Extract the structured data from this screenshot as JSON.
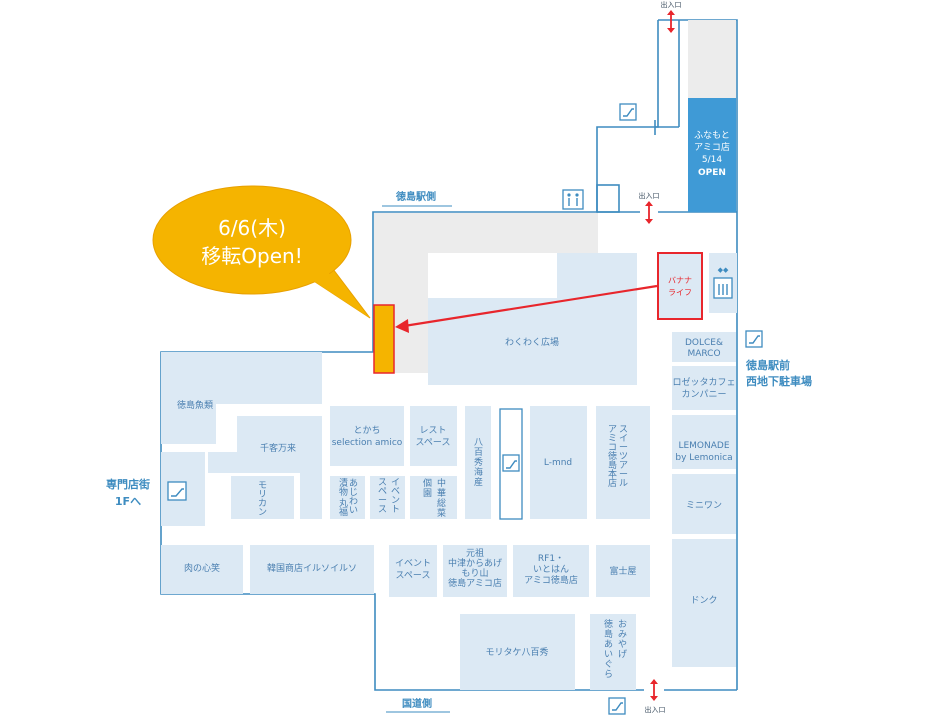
{
  "callout": {
    "line1": "6/6(木)",
    "line2": "移転Open!"
  },
  "sides": {
    "station": "徳島駅側",
    "road": "国道側"
  },
  "external": {
    "parking_line1": "徳島駅前",
    "parking_line2": "西地下駐車場",
    "shops_line1": "専門店街",
    "shops_line2": "1Fへ"
  },
  "exits": {
    "label": "出入口"
  },
  "shops": {
    "funamoto": [
      "ふなもと",
      "アミコ店",
      "5/14",
      "OPEN"
    ],
    "banana": [
      "バナナ",
      "ライフ"
    ],
    "wakuwaku": "わくわく広場",
    "dolce": [
      "DOLCE&",
      "MARCO"
    ],
    "rosetta": [
      "ロゼッタカフェ",
      "カンパニー"
    ],
    "lemonade": [
      "LEMONADE",
      "by Lemonica"
    ],
    "miniwan": "ミニワン",
    "donq": "ドンク",
    "uorui": "徳島魚類",
    "senkyaku": "千客万来",
    "tokachi": [
      "とかち",
      "selection amico"
    ],
    "rest1": [
      "レスト",
      "スペース"
    ],
    "yaohide": "八百秀海産",
    "lmnd": "L-mnd",
    "sweets": [
      "スイーツアール",
      "アミコ徳島本店"
    ],
    "morikan": "モリカン",
    "tsukemono": [
      "漬物",
      "あじわい",
      "丸福"
    ],
    "event1": [
      "スペース",
      "イベント"
    ],
    "chuka": [
      "中華総菜",
      "個園"
    ],
    "niku": "肉の心笑",
    "kankoku": "韓国商店イルソイルソ",
    "event2": [
      "イベント",
      "スペース"
    ],
    "nakatsu": [
      "元祖",
      "中津からあげ",
      "もり山",
      "徳島アミコ店"
    ],
    "rf1": [
      "RF1・",
      "いとはん",
      "アミコ徳島店"
    ],
    "fujiya": "富士屋",
    "moritake": "モリタケ八百秀",
    "omiyage": [
      "おみやげ",
      "徳島あいぐら"
    ]
  },
  "colors": {
    "shop": "#dce9f4",
    "grey": "#ececec",
    "wall": "#3e8cc0",
    "accent_blue": "#3f9ad6",
    "callout": "#f5b400",
    "arrow": "#e8262c"
  },
  "icons": [
    "escalator-icon",
    "restroom-icon",
    "elevator-icon",
    "exit-arrow-icon"
  ]
}
